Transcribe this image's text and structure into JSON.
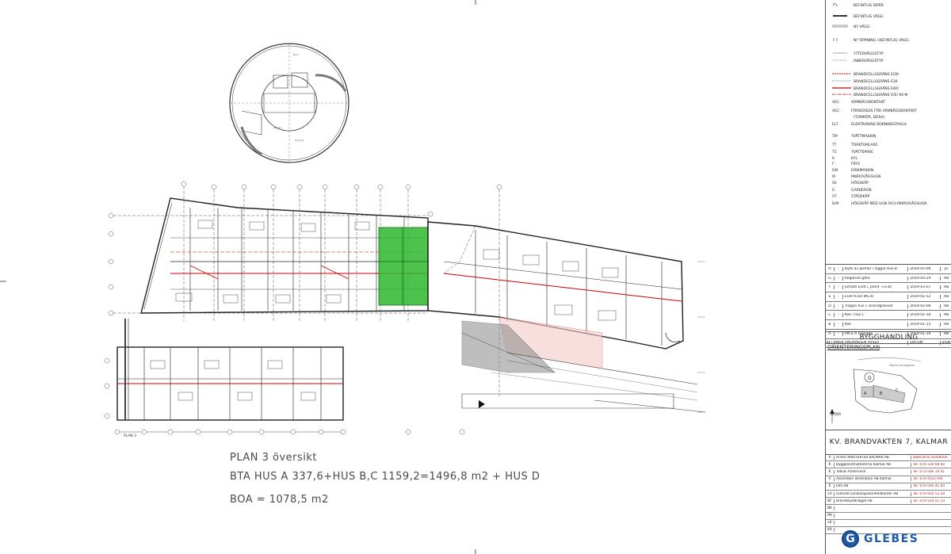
{
  "sheet": {
    "plan_label": "PLAN 3",
    "note_title": "PLAN 3 översikt",
    "note_bta": "BTA HUS A 337,6+HUS B,C 1159,2=1496,8 m2 + HUS D",
    "note_boa": "BOA = 1078,5 m2"
  },
  "legend": {
    "items": [
      {
        "code": "",
        "symbol": "door-arc",
        "label": "BEFINTLIG DÖRR"
      },
      {
        "code": "",
        "symbol": "wall-existing",
        "label": "BEFINTLIG VÄGG"
      },
      {
        "code": "",
        "symbol": "wall-new",
        "label": "NY VÄGG"
      },
      {
        "code": "",
        "symbol": "opening",
        "label": "NY ÖPPNING I BEFINTLIG VÄGG"
      },
      {
        "code": "",
        "symbol": "wall-type-outer",
        "label": "YTTERVÄGGSTYP"
      },
      {
        "code": "",
        "symbol": "wall-type-inner",
        "label": "INNERVÄGGSTYP"
      },
      {
        "code": "",
        "symbol": "fire-ei30",
        "label": "BRANDCELLSGRÄNS EI30"
      },
      {
        "code": "",
        "symbol": "fire-e30",
        "label": "BRANDCELLSGRÄNS E30"
      },
      {
        "code": "",
        "symbol": "fire-ei60",
        "label": "BRANDCELLSGRÄNS EI60"
      },
      {
        "code": "",
        "symbol": "fire-rei90",
        "label": "BRANDCELLSGRÄNS R/EI 90-M"
      },
      {
        "code": "AK1",
        "symbol": "",
        "label": "ARMBÅGSKONTAKT"
      },
      {
        "code": "AK2",
        "symbol": "",
        "label": "FÖRBEREDS FÖR ARMBÅGSKONTAKT"
      },
      {
        "code": "",
        "symbol": "",
        "label": "(TOMRÖR, DOSA)"
      },
      {
        "code": "ELT",
        "symbol": "",
        "label": "ELEKTRONISK BOKNINGSTAVLA"
      },
      {
        "code": "TM",
        "symbol": "",
        "label": "TVÄTTMASKIN"
      },
      {
        "code": "TT",
        "symbol": "",
        "label": "TORKTUMLARE"
      },
      {
        "code": "TS",
        "symbol": "",
        "label": "TVÄTTSPARE"
      },
      {
        "code": "K",
        "symbol": "",
        "label": "KYL"
      },
      {
        "code": "F",
        "symbol": "",
        "label": "FRYS"
      },
      {
        "code": "DM",
        "symbol": "",
        "label": "DISKMASKIN"
      },
      {
        "code": "M",
        "symbol": "",
        "label": "MIKROVÅGSUGN"
      },
      {
        "code": "SK",
        "symbol": "",
        "label": "HÖGSKÅP"
      },
      {
        "code": "G",
        "symbol": "",
        "label": "GARDEROB"
      },
      {
        "code": "ST",
        "symbol": "",
        "label": "STÄDSKÅP"
      },
      {
        "code": "B/M",
        "symbol": "",
        "label": "HÖGSKÅP MED UGN OCH MIKROVÅGSUGN"
      }
    ]
  },
  "revisions": {
    "rows": [
      {
        "code": "H",
        "mark": "-",
        "text": "Byte av portlar i loggia Hus B",
        "date": "2019-05-06",
        "sign": "JS"
      },
      {
        "code": "G",
        "mark": "-",
        "text": "Reglerad gård",
        "date": "2019-04-29",
        "sign": "RB"
      },
      {
        "code": "F",
        "mark": "-",
        "text": "Schakt EI30 i, plant. I EI30",
        "date": "2019-03-07",
        "sign": "RB"
      },
      {
        "code": "E",
        "mark": "-",
        "text": "EI30 ICSO WC/D",
        "date": "2019-02-12",
        "sign": "RB"
      },
      {
        "code": "D",
        "mark": "-",
        "text": "Trappa hus C brandgränser",
        "date": "2019-02-06",
        "sign": "RB"
      },
      {
        "code": "C",
        "mark": "-",
        "text": "Kök i hus C",
        "date": "2019-01-30",
        "sign": "RB"
      },
      {
        "code": "B",
        "mark": "-",
        "text": "Kök",
        "date": "2019-01-15",
        "sign": "RB"
      },
      {
        "code": "A",
        "mark": "-",
        "text": "PPFS A hissläge",
        "date": "2019-01-10",
        "sign": "RB"
      },
      {
        "code": "BET",
        "mark": "ÄNDR",
        "text": "ÄNDRINGEN AVSER",
        "date": "DATUM",
        "sign": "SIGN"
      }
    ]
  },
  "titleblock": {
    "stage": "BYGGHANDLING",
    "orientation_title": "ORIENTERINGSPLAN",
    "north_label": "NORR",
    "orient_street": "Västra Kanalgatan",
    "orient_letters": [
      "D",
      "A",
      "B",
      "C"
    ],
    "project": "KV. BRANDVAKTEN 7, KALMAR",
    "consultants": [
      {
        "k": "A",
        "firm": "ATRIO ARKITEKTER KALMAR AB",
        "tel": "www.atrio.se/kalmar"
      },
      {
        "k": "K",
        "firm": "Byggkonstruktörerna Kalmar AB",
        "tel": "Tel. 070-334 68 40"
      },
      {
        "k": "K",
        "firm": "Tobias Andersson",
        "tel": "Tel. 073-590 14 41"
      },
      {
        "k": "V",
        "firm": "Assemblin Ventilation AB Kalmar",
        "tel": "Tel. 070-4521760"
      },
      {
        "k": "E",
        "firm": "Elfa AB",
        "tel": "Tel. 070-595 41 00"
      },
      {
        "k": "LA",
        "firm": "Outside Landskapsarkitektkontor AB",
        "tel": "Tel. 070-910 52 20"
      },
      {
        "k": "BF",
        "firm": "Brandskyddslaget AB",
        "tel": "Tel. 070-524 51 14"
      },
      {
        "k": "BK",
        "firm": "",
        "tel": ""
      },
      {
        "k": "RK",
        "firm": "",
        "tel": ""
      },
      {
        "k": "LK",
        "firm": "",
        "tel": ""
      },
      {
        "k": "KK",
        "firm": "",
        "tel": ""
      }
    ],
    "logo_mark": "G",
    "logo_text": "GLEBES"
  }
}
